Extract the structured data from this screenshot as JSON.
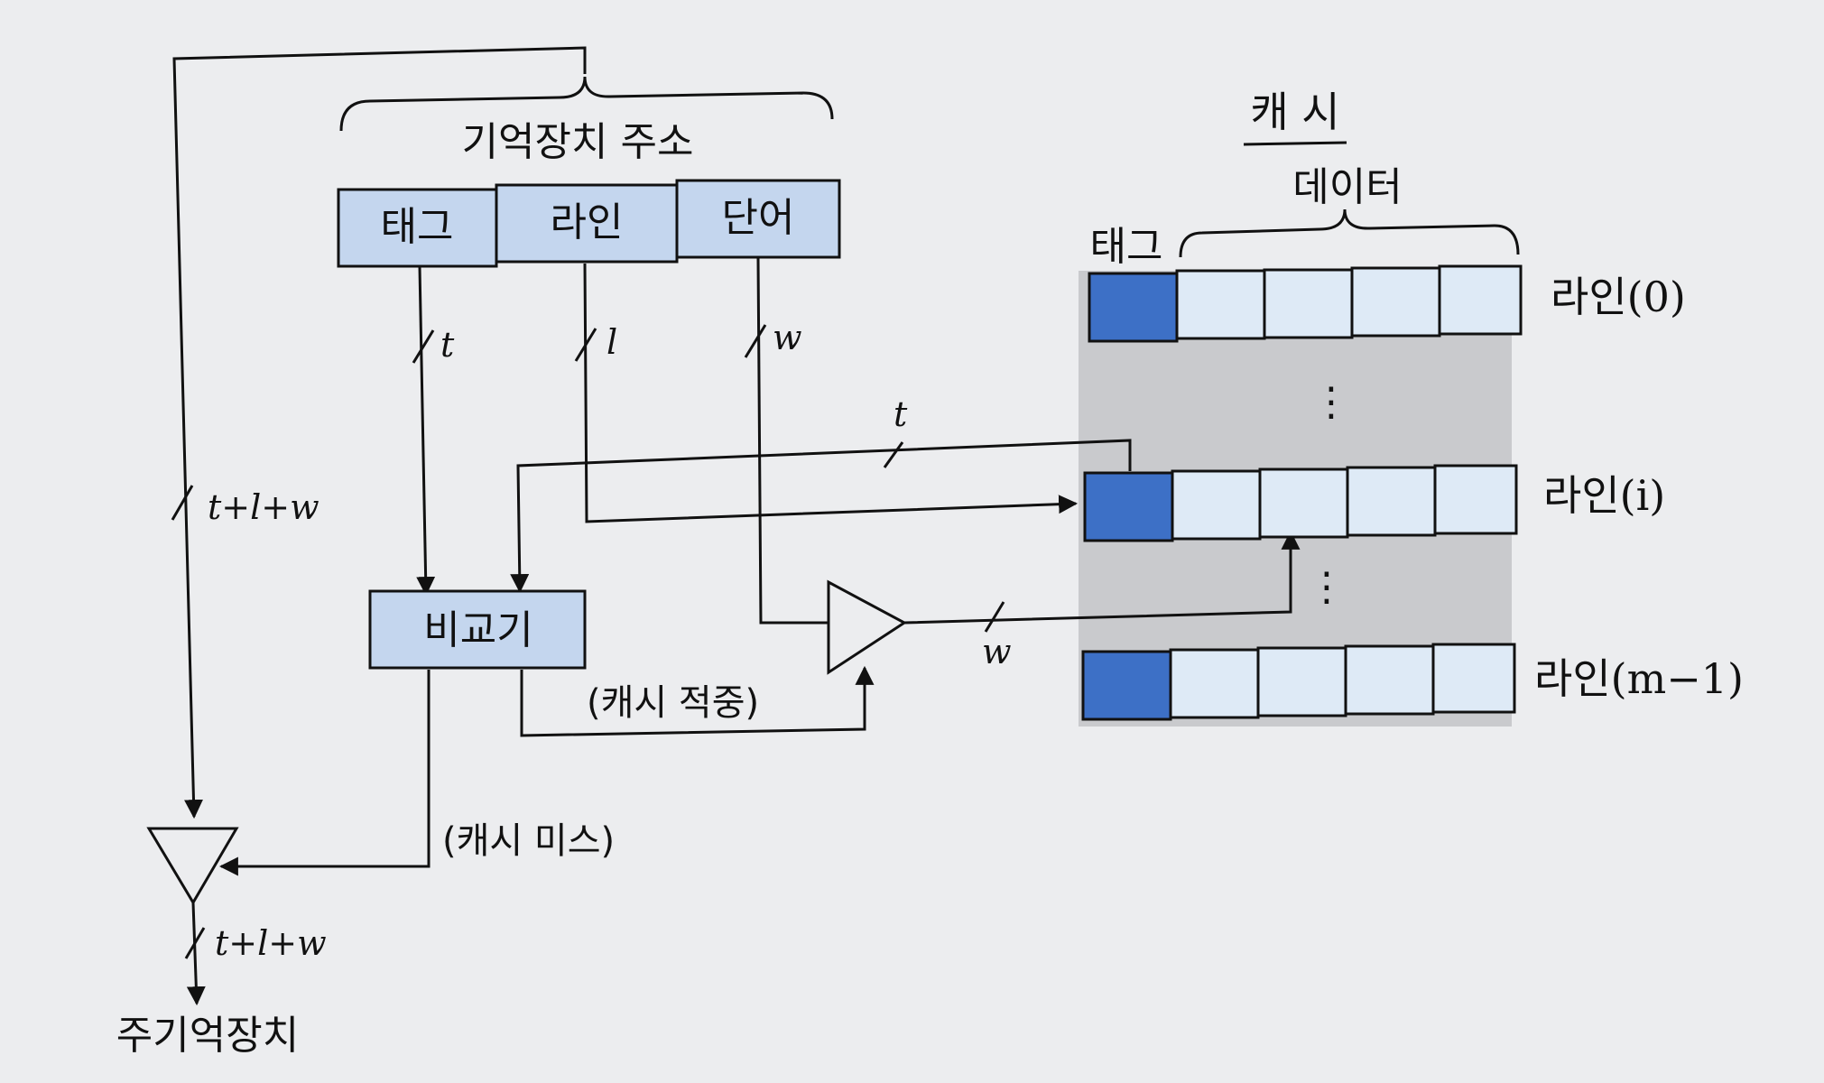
{
  "address": {
    "title": "기억장치 주소",
    "fields": [
      "태그",
      "라인",
      "단어"
    ]
  },
  "widths": {
    "tag": "t",
    "line": "l",
    "word": "w",
    "full": "t+l+w"
  },
  "comparator": "비교기",
  "signals": {
    "hit": "(캐시 적중)",
    "miss": "(캐시 미스)"
  },
  "main_memory": "주기억장치",
  "cache": {
    "title": "캐 시",
    "tag_header": "태그",
    "data_header": "데이터",
    "lines": [
      "라인(0)",
      "라인(i)",
      "라인(m−1)"
    ],
    "ellipsis": "⋮"
  },
  "colors": {
    "field_fill": "#c4d6ee",
    "tag_cell": "#3d70c6",
    "data_cell": "#deeaf6",
    "cache_panel": "#c9cacd"
  }
}
